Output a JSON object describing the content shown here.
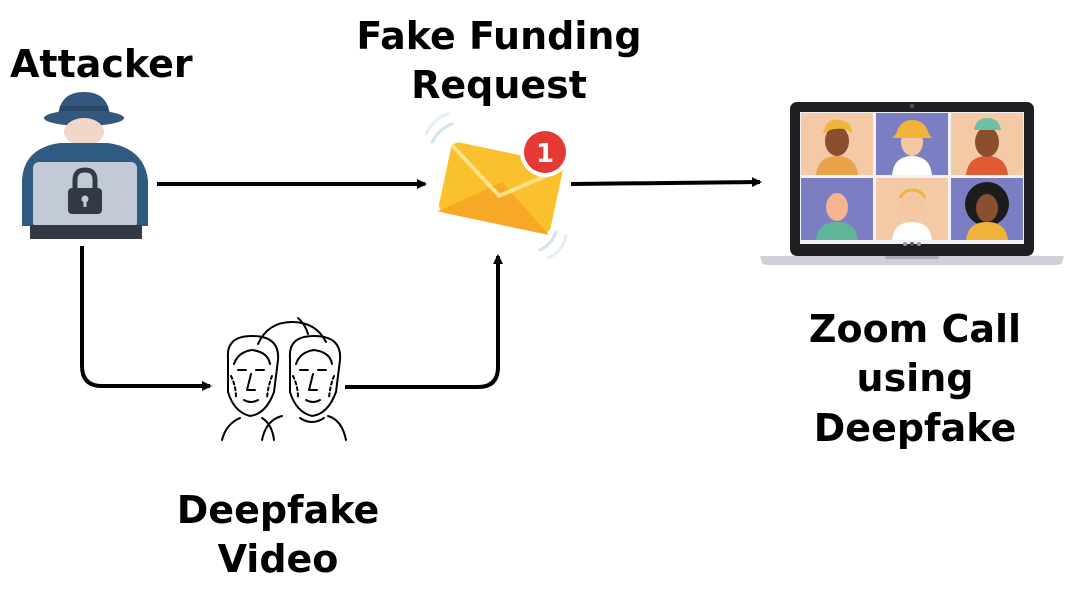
{
  "diagram": {
    "nodes": {
      "attacker": {
        "label_lines": [
          "Attacker"
        ],
        "icon": "hacker-laptop-lock-icon"
      },
      "fake_request": {
        "label_lines": [
          "Fake Funding",
          "Request"
        ],
        "icon": "envelope-notification-icon",
        "badge": "1"
      },
      "deepfake_video": {
        "label_lines": [
          "Deepfake",
          "Video"
        ],
        "icon": "face-scan-mask-icon"
      },
      "zoom_call": {
        "label_lines": [
          "Zoom Call",
          "using",
          "Deepfake"
        ],
        "icon": "laptop-video-call-icon"
      }
    },
    "edges": [
      {
        "from": "attacker",
        "to": "fake_request"
      },
      {
        "from": "fake_request",
        "to": "zoom_call"
      },
      {
        "from": "attacker",
        "to": "deepfake_video"
      },
      {
        "from": "deepfake_video",
        "to": "fake_request"
      }
    ],
    "colors": {
      "hacker_body": "#2f5a82",
      "hacker_hat": "#33577d",
      "laptop_screen": "#c3cad6",
      "envelope": "#fbc02d",
      "badge": "#e53935",
      "tile_peach": "#f4c9a6",
      "tile_purple": "#7c7ec4"
    }
  }
}
